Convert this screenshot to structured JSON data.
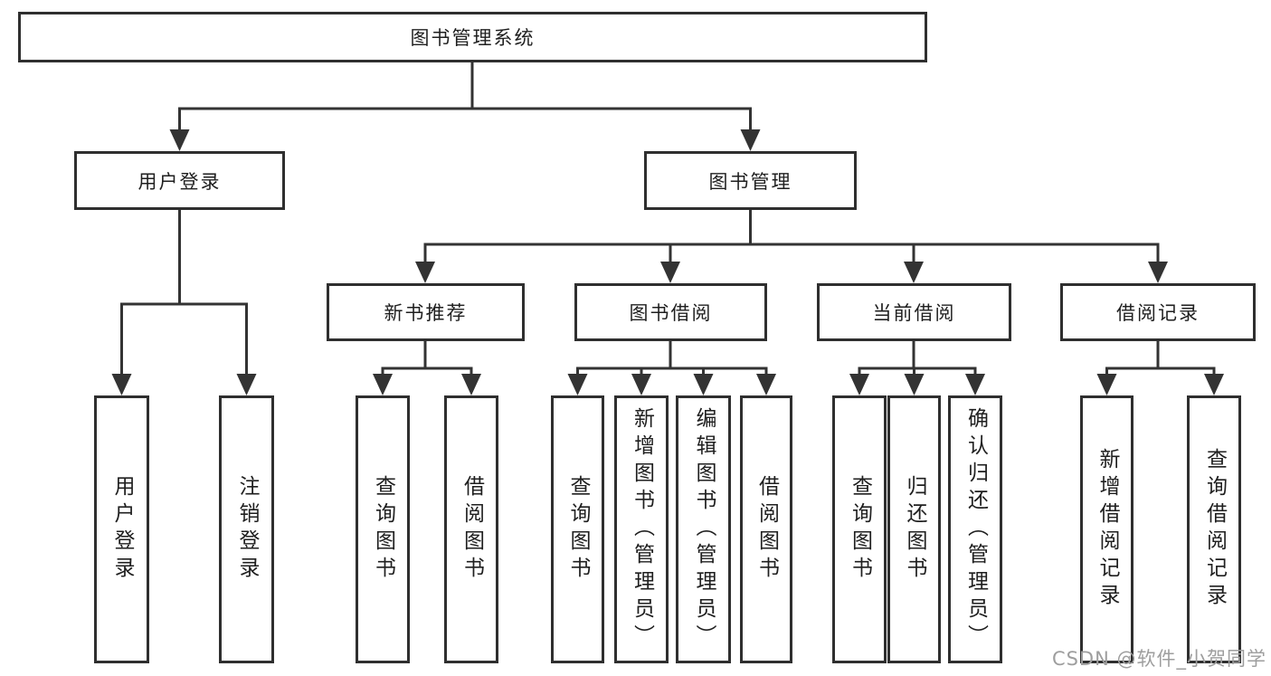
{
  "diagram": {
    "root": "图书管理系统",
    "branches": {
      "user_login": "用户登录",
      "book_management": "图书管理"
    },
    "modules": {
      "new_book_recommend": "新书推荐",
      "book_borrow": "图书借阅",
      "current_borrow": "当前借阅",
      "borrow_record": "借阅记录"
    },
    "leaves": {
      "user_login": "用户登录",
      "logout": "注销登录",
      "nbr_query_book": "查询图书",
      "nbr_borrow_book": "借阅图书",
      "bb_query_book": "查询图书",
      "bb_add_book": "新增图书（管理员）",
      "bb_edit_book": "编辑图书（管理员）",
      "bb_borrow_book": "借阅图书",
      "cb_query_book": "查询图书",
      "cb_return_book": "归还图书",
      "cb_confirm_return": "确认归还（管理员）",
      "br_add_record": "新增借阅记录",
      "br_query_record": "查询借阅记录"
    }
  },
  "watermark": "CSDN @软件_小贺同学",
  "colors": {
    "line": "#333333",
    "box_border": "#2f2f2f",
    "text": "#1f1f1f",
    "watermark": "#9e9e9e",
    "background": "#ffffff"
  }
}
